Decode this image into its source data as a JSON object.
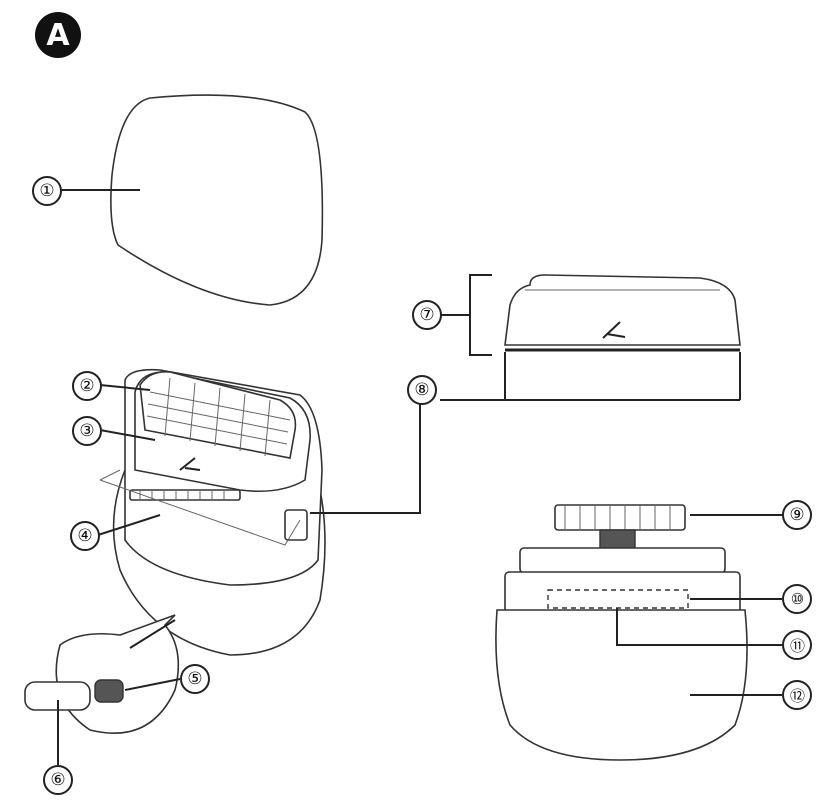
{
  "panel": {
    "letter": "A"
  },
  "callouts": [
    {
      "id": "1",
      "text": "①"
    },
    {
      "id": "2",
      "text": "②"
    },
    {
      "id": "3",
      "text": "③"
    },
    {
      "id": "4",
      "text": "④"
    },
    {
      "id": "5",
      "text": "⑤"
    },
    {
      "id": "6",
      "text": "⑥"
    },
    {
      "id": "7",
      "text": "⑦"
    },
    {
      "id": "8",
      "text": "⑧"
    },
    {
      "id": "9",
      "text": "⑨"
    },
    {
      "id": "10",
      "text": "⑩"
    },
    {
      "id": "11",
      "text": "⑪"
    },
    {
      "id": "12",
      "text": "⑫"
    }
  ],
  "icons": [
    "brand-logo-icon"
  ]
}
